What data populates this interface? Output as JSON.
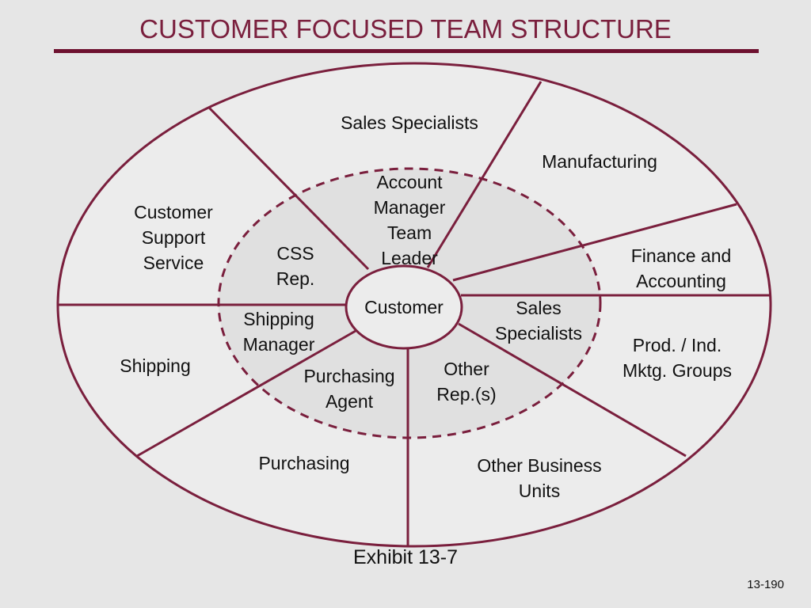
{
  "title": "CUSTOMER FOCUSED TEAM STRUCTURE",
  "colors": {
    "accent": "#7a1f3d",
    "line": "#7a1f3d",
    "outer_fill": "#ececec",
    "inner_fill": "#e0e0e0",
    "background": "#e6e6e6"
  },
  "center_label": "Customer",
  "outer_labels": {
    "sales_specialists": "Sales Specialists",
    "manufacturing": "Manufacturing",
    "customer_support_l1": "Customer",
    "customer_support_l2": "Support",
    "customer_support_l3": "Service",
    "finance_l1": "Finance and",
    "finance_l2": "Accounting",
    "shipping": "Shipping",
    "prod_l1": "Prod. / Ind.",
    "prod_l2": "Mktg. Groups",
    "purchasing": "Purchasing",
    "other_bu_l1": "Other Business",
    "other_bu_l2": "Units"
  },
  "inner_labels": {
    "account_l1": "Account",
    "account_l2": "Manager",
    "account_l3": "Team",
    "account_l4": "Leader",
    "css_l1": "CSS",
    "css_l2": "Rep.",
    "shipping_mgr_l1": "Shipping",
    "shipping_mgr_l2": "Manager",
    "sales_spec_l1": "Sales",
    "sales_spec_l2": "Specialists",
    "purchasing_agent_l1": "Purchasing",
    "purchasing_agent_l2": "Agent",
    "other_reps_l1": "Other",
    "other_reps_l2": "Rep.(s)"
  },
  "exhibit": "Exhibit 13-7",
  "page_number": "13-190"
}
